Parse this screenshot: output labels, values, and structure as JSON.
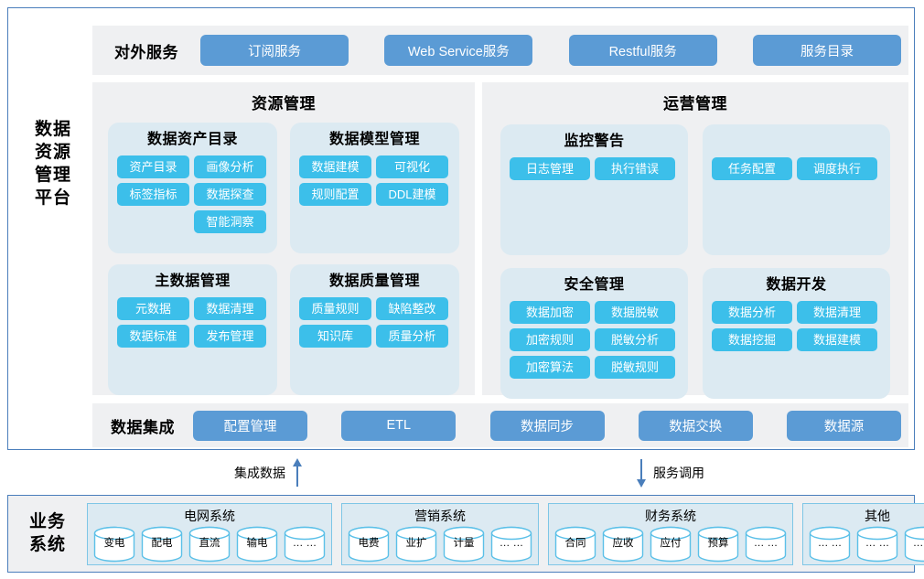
{
  "platform": {
    "label_lines": [
      "数据",
      "资源",
      "管理",
      "平台"
    ],
    "external_services": {
      "title": "对外服务",
      "buttons": [
        "订阅服务",
        "Web Service服务",
        "Restful服务",
        "服务目录"
      ]
    },
    "sections": [
      {
        "name": "资源管理",
        "title": "资源管理",
        "cards": [
          {
            "title": "数据资产目录",
            "chips": [
              "资产目录",
              "画像分析",
              "标签指标",
              "数据探查",
              "智能洞察"
            ],
            "solo_last": true
          },
          {
            "title": "数据模型管理",
            "chips": [
              "数据建模",
              "可视化",
              "规则配置",
              "DDL建模"
            ],
            "solo_last": false
          },
          {
            "title": "主数据管理",
            "chips": [
              "元数据",
              "数据清理",
              "数据标准",
              "发布管理"
            ],
            "solo_last": false
          },
          {
            "title": "数据质量管理",
            "chips": [
              "质量规则",
              "缺陷整改",
              "知识库",
              "质量分析"
            ],
            "solo_last": false
          }
        ]
      },
      {
        "name": "运营管理",
        "title": "运营管理",
        "cards": [
          {
            "title": "监控警告",
            "chips": [
              "日志管理",
              "执行错误"
            ],
            "solo_last": false
          },
          {
            "title": "",
            "chips": [
              "任务配置",
              "调度执行"
            ],
            "solo_last": false
          },
          {
            "title": "安全管理",
            "chips": [
              "数据加密",
              "数据脱敏",
              "加密规则",
              "脱敏分析",
              "加密算法",
              "脱敏规则"
            ],
            "solo_last": false
          },
          {
            "title": "数据开发",
            "chips": [
              "数据分析",
              "数据清理",
              "数据挖掘",
              "数据建模"
            ],
            "solo_last": false
          }
        ]
      }
    ],
    "data_integration": {
      "title": "数据集成",
      "buttons": [
        "配置管理",
        "ETL",
        "数据同步",
        "数据交换",
        "数据源"
      ]
    }
  },
  "connectors": [
    {
      "label": "集成数据",
      "direction": "up"
    },
    {
      "label": "服务调用",
      "direction": "down"
    }
  ],
  "business_systems": {
    "label_lines": [
      "业务",
      "系统"
    ],
    "groups": [
      {
        "title": "电网系统",
        "items": [
          "变电",
          "配电",
          "直流",
          "输电",
          "… …"
        ]
      },
      {
        "title": "营销系统",
        "items": [
          "电费",
          "业扩",
          "计量",
          "… …"
        ]
      },
      {
        "title": "财务系统",
        "items": [
          "合同",
          "应收",
          "应付",
          "预算",
          "… …"
        ]
      },
      {
        "title": "其他",
        "items": [
          "… …",
          "… …",
          "… …"
        ]
      }
    ]
  },
  "colors": {
    "frame_border": "#4A7EBB",
    "panel_bg": "#EFF0F2",
    "card_bg": "#DCEAF2",
    "chip_blue": "#3CBFEA",
    "button_steel": "#5B9BD5",
    "cylinder_stroke": "#5BC0E8"
  }
}
